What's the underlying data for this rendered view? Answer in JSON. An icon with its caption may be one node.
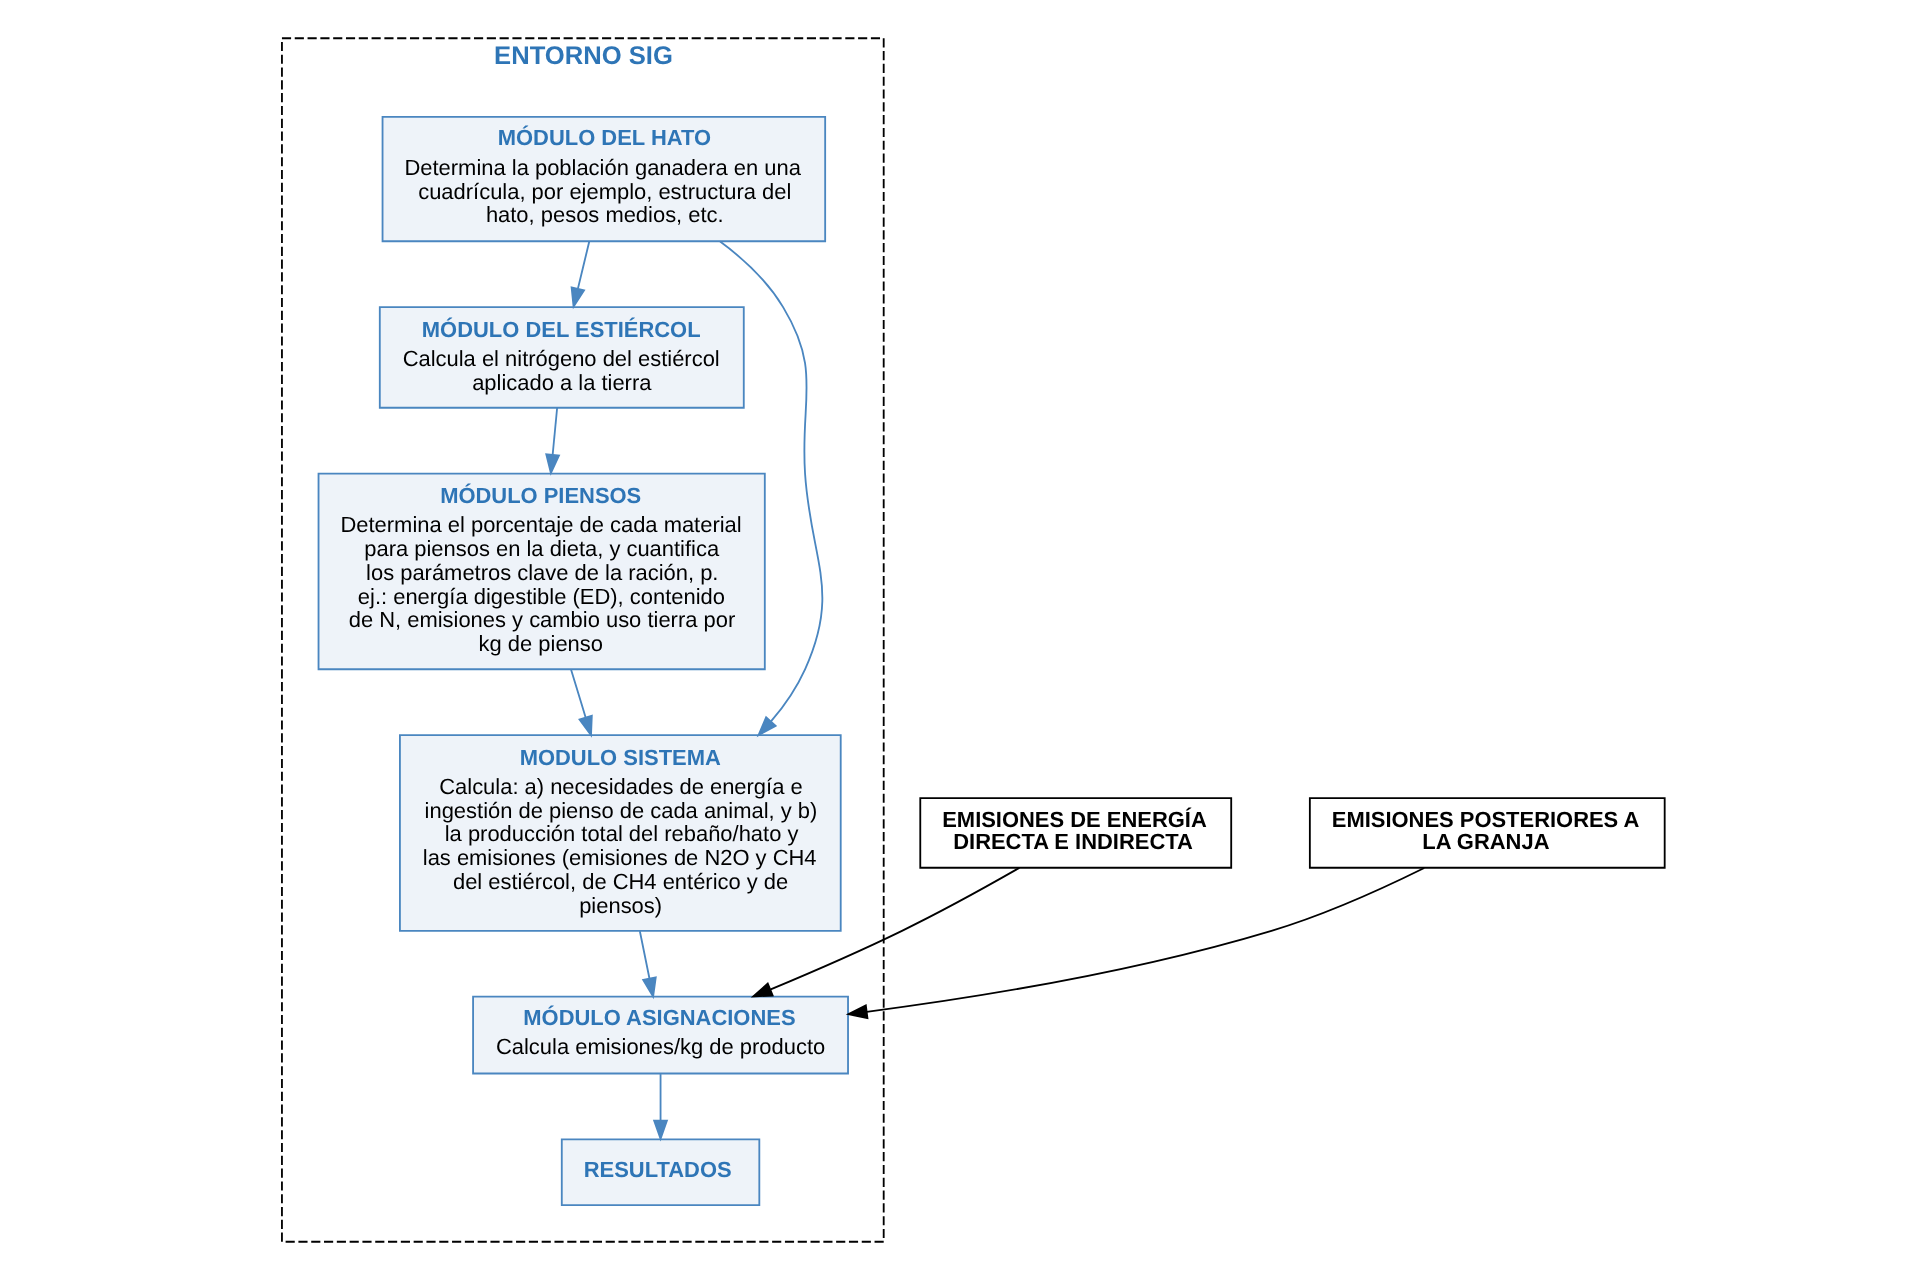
{
  "diagram": {
    "nodes": [
      {
        "text": [
          "ENTORNO SIG"
        ]
      },
      {
        "text": [
          "MÓDULO DEL HATO",
          "Determina la población ganadera en una cuadrícula, por ejemplo, estructura del hato, pesos medios, etc."
        ],
        "in": 0
      },
      {
        "text": [
          "MÓDULO DEL ESTIÉRCOL",
          "Calcula el nitrógeno del estiércol aplicado a la tierra"
        ],
        "in": 0
      },
      {
        "text": [
          "MÓDULO PIENSOS",
          "Determina el porcentaje de cada material para piensos en la dieta, y cuantifica los parámetros clave de la ración, p. ej.: energía digestible (ED), contenido de N, emisiones y cambio uso tierra por kg de pienso"
        ],
        "in": 0
      },
      {
        "text": [
          "MODULO SISTEMA",
          "Calcula: a) necesidades de energía e ingestión de pienso de cada animal, y b) la producción total del rebaño/hato y las emisiones (emisiones de N2O y CH4 del estiércol, de CH4 entérico y de piensos)"
        ],
        "in": 0
      },
      {
        "text": [
          "EMISIONES DE ENERGÍA DIRECTA E INDIRECTA"
        ]
      },
      {
        "text": [
          "MÓDULO ASIGNACIONES",
          "Calcula emisiones/kg de producto"
        ],
        "in": 0
      },
      {
        "text": [
          "EMISIONES POSTERIORES A LA GRANJA"
        ]
      },
      {
        "text": [
          "RESULTADOS"
        ],
        "in": 0
      }
    ],
    "edges": [
      {
        "from": 1,
        "to": 2,
        "arrow": "to"
      },
      {
        "from": 2,
        "to": 3,
        "arrow": "to"
      },
      {
        "from": 1,
        "to": 4,
        "arrow": "to"
      },
      {
        "from": 3,
        "to": 4,
        "arrow": "to"
      },
      {
        "from": 4,
        "to": 6,
        "arrow": "to"
      },
      {
        "from": 5,
        "to": 6,
        "arrow": "to",
        "color": "#000000"
      },
      {
        "from": 7,
        "to": 6,
        "arrow": "to",
        "color": "#000000"
      },
      {
        "from": 6,
        "to": 8,
        "arrow": "to"
      }
    ]
  }
}
